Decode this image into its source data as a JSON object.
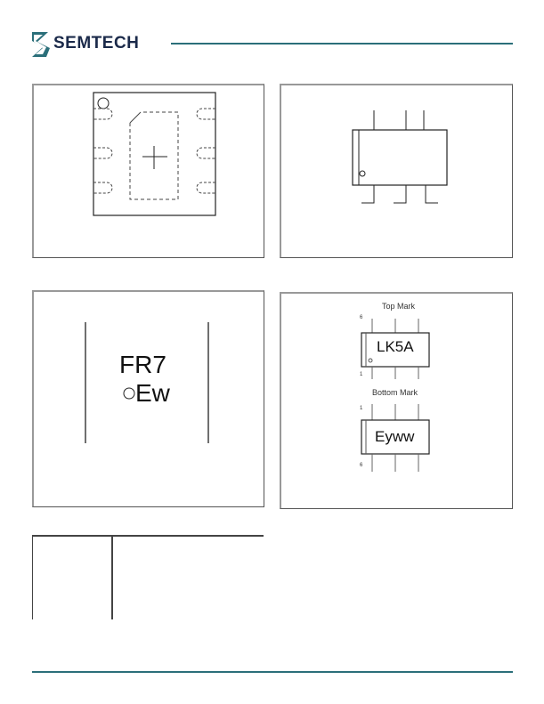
{
  "header": {
    "brand": "SEMTECH"
  },
  "panels": {
    "marking_code_qfn": {
      "line1": "FR7",
      "line2": "Ew"
    },
    "sot_marking": {
      "top_label": "Top Mark",
      "top_code": "LK5A",
      "bottom_label": "Bottom Mark",
      "bottom_code": "Eyww",
      "pin_top_left": "6",
      "pin_top_bottom": "1",
      "pin_bottom_top": "1",
      "pin_bottom_bottom": "6"
    }
  },
  "colors": {
    "accent": "#2b6f7a",
    "brand_text": "#1b2a4a"
  }
}
